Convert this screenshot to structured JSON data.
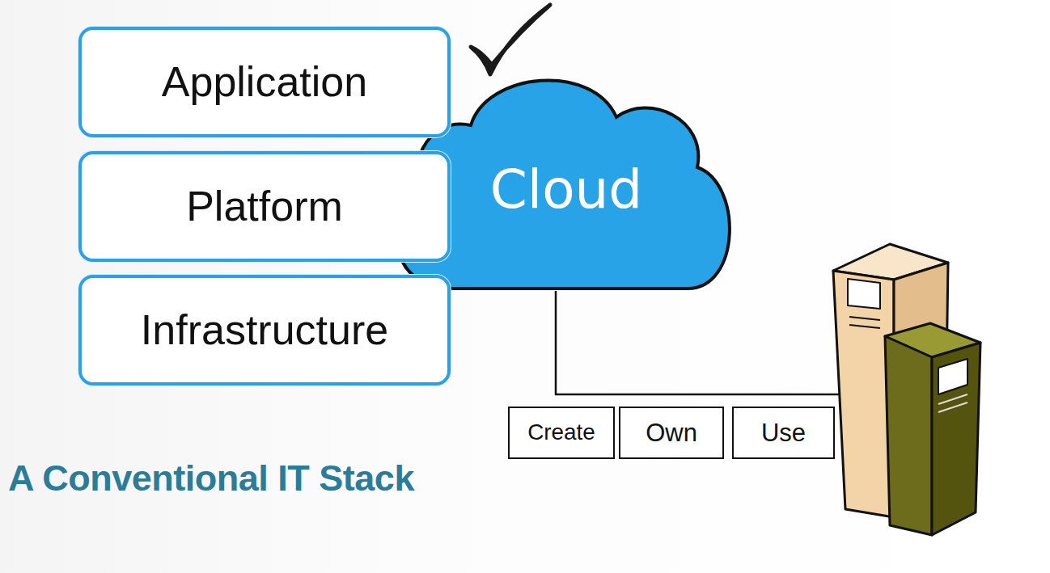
{
  "diagram": {
    "title": "A Conventional IT Stack",
    "nodes": [
      {
        "text": [
          "Application"
        ]
      },
      {
        "text": [
          "Platform"
        ]
      },
      {
        "text": [
          "Infrastructure"
        ]
      },
      {
        "text": [
          "Cloud"
        ]
      },
      {
        "text": [
          "Create"
        ]
      },
      {
        "text": [
          "Own"
        ]
      },
      {
        "text": [
          "Use"
        ]
      }
    ]
  }
}
